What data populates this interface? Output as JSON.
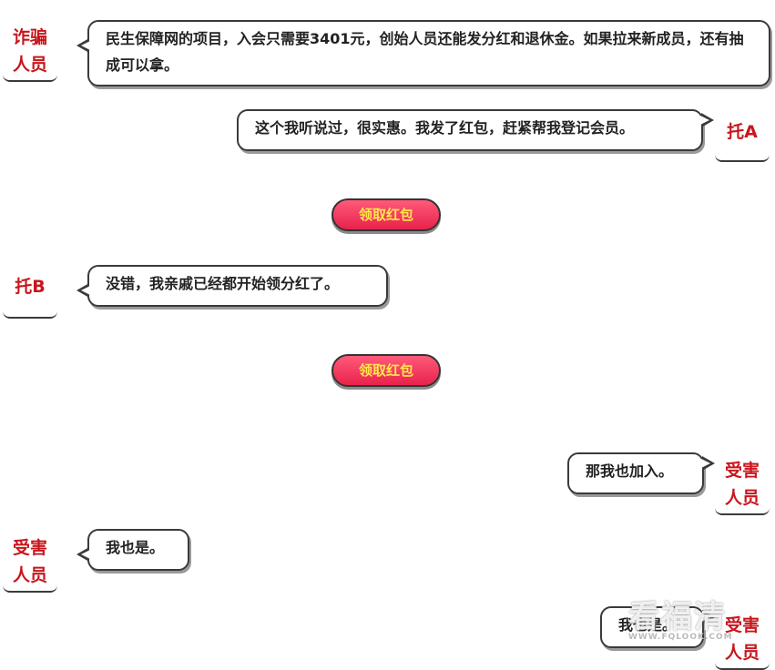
{
  "messages": [
    {
      "speaker_line1": "诈骗",
      "speaker_line2": "人员",
      "text": "民生保障网的项目，入会只需要3401元，创始人员还能发分红和退休金。如果拉来新成员，还有抽成可以拿。"
    },
    {
      "speaker": "托A",
      "text": "这个我听说过，很实惠。我发了红包，赶紧帮我登记会员。"
    },
    {
      "speaker": "托B",
      "text": "没错，我亲戚已经都开始领分红了。"
    },
    {
      "speaker_line1": "受害",
      "speaker_line2": "人员",
      "text": "那我也加入。"
    },
    {
      "speaker_line1": "受害",
      "speaker_line2": "人员",
      "text": "我也是。"
    },
    {
      "speaker_line1": "受害",
      "speaker_line2": "人员",
      "text": "我也是。"
    }
  ],
  "red_packets": [
    {
      "label": "领取红包"
    },
    {
      "label": "领取红包"
    }
  ],
  "watermark": {
    "text": "看福清",
    "url": "WWW.FQLOOK.COM"
  },
  "colors": {
    "speaker": "#c8161d",
    "bubble_border": "#3a3a3a",
    "red_packet": "#e8224b",
    "red_packet_text": "#ffe84a"
  }
}
